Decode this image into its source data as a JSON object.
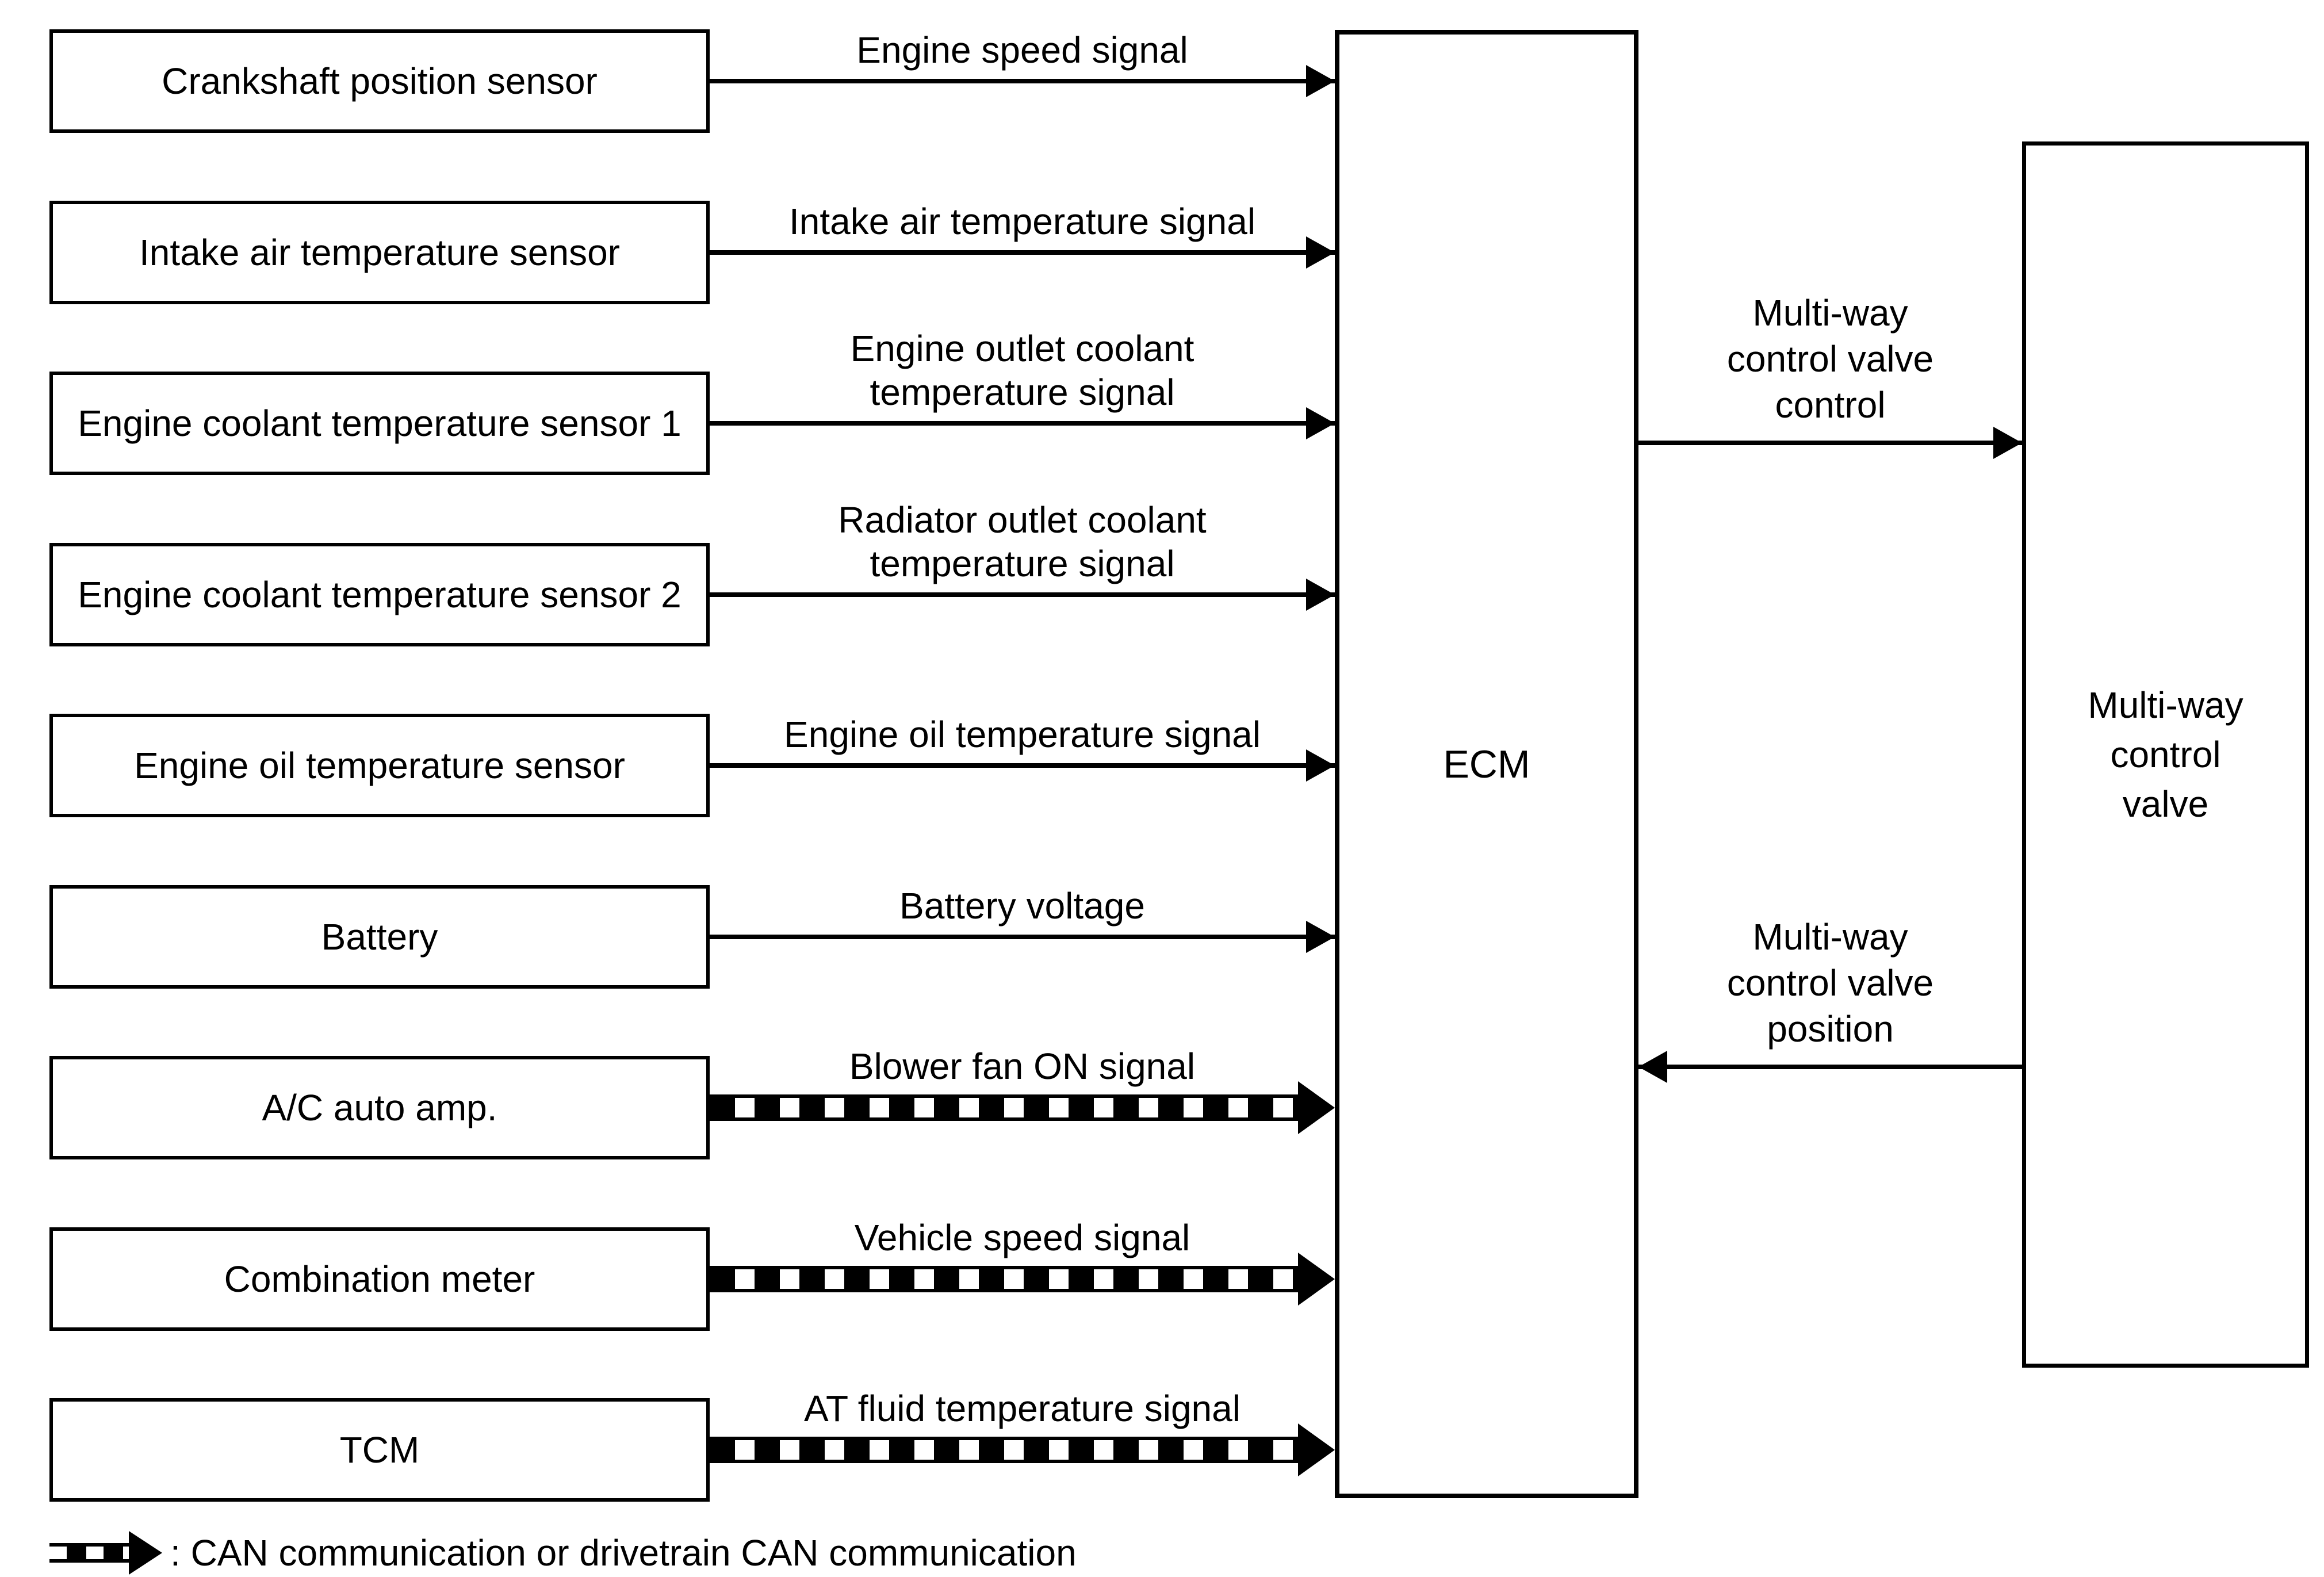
{
  "diagram": {
    "ecm_label": "ECM",
    "valve_label": "Multi-way\ncontrol\nvalve",
    "ecm_to_valve_label": "Multi-way\ncontrol valve\ncontrol",
    "valve_to_ecm_label": "Multi-way\ncontrol valve\nposition",
    "legend_text": ": CAN communication or drivetrain CAN communication",
    "colors": {
      "line": "#000000",
      "background": "#ffffff"
    },
    "rows": [
      {
        "source": "Crankshaft position sensor",
        "signal": "Engine speed signal",
        "can": false
      },
      {
        "source": "Intake air temperature sensor",
        "signal": "Intake air temperature signal",
        "can": false
      },
      {
        "source": "Engine coolant temperature sensor 1",
        "signal": "Engine outlet coolant\ntemperature signal",
        "can": false
      },
      {
        "source": "Engine coolant temperature sensor 2",
        "signal": "Radiator outlet coolant\ntemperature signal",
        "can": false
      },
      {
        "source": "Engine oil temperature sensor",
        "signal": "Engine oil temperature signal",
        "can": false
      },
      {
        "source": "Battery",
        "signal": "Battery voltage",
        "can": false
      },
      {
        "source": "A/C auto amp.",
        "signal": "Blower fan ON signal",
        "can": true
      },
      {
        "source": "Combination meter",
        "signal": "Vehicle speed signal",
        "can": true
      },
      {
        "source": "TCM",
        "signal": "AT fluid temperature signal",
        "can": true
      }
    ]
  }
}
